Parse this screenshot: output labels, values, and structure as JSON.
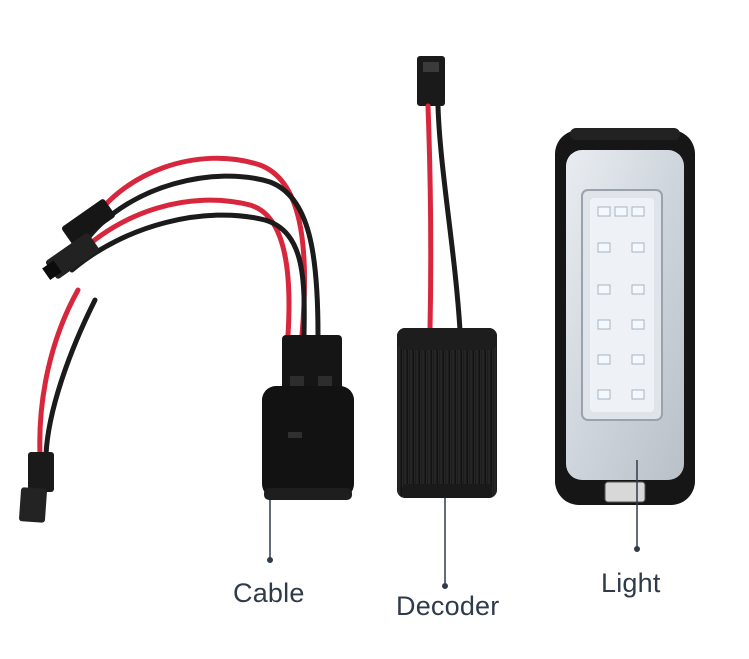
{
  "labels": {
    "cable": "Cable",
    "decoder": "Decoder",
    "light": "Light"
  },
  "colors": {
    "background": "#ffffff",
    "label_text": "#2f3a4b",
    "callout_line": "#2f3a4b",
    "wire_red": "#d8263c",
    "wire_black": "#1b1b1b",
    "plastic_black": "#141414",
    "led_white": "#f4f8ff"
  }
}
